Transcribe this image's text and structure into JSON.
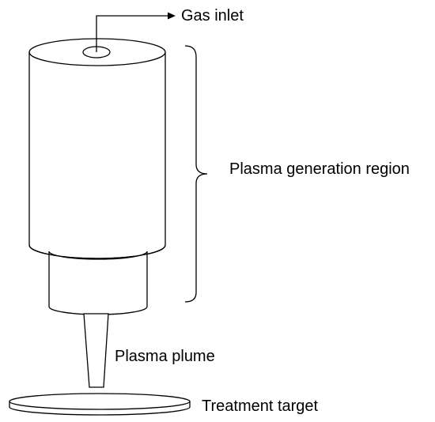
{
  "labels": {
    "gas_inlet": "Gas inlet",
    "plasma_generation_region": "Plasma generation region",
    "plasma_plume": "Plasma plume",
    "treatment_target": "Treatment target"
  },
  "colors": {
    "stroke": "#000000",
    "fill": "#ffffff"
  }
}
